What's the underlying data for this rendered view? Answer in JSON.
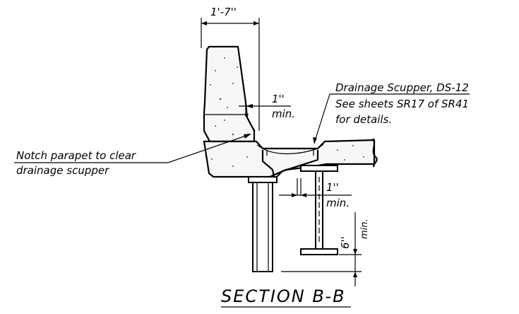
{
  "dimensions": {
    "parapet_width": "1'-7''",
    "notch_clearance_value": "1''",
    "notch_clearance_note": "min.",
    "girder_clearance_value": "1''",
    "girder_clearance_note": "min.",
    "downspout_clearance_value": "6''",
    "downspout_clearance_note": "min."
  },
  "callouts": {
    "scupper": {
      "line1": "Drainage Scupper, DS-12",
      "line2": "See sheets SR17 of SR41",
      "line3": "for details."
    },
    "notch": {
      "line1": "Notch parapet to clear",
      "line2": "drainage scupper"
    }
  },
  "section_title": "SECTION B-B"
}
